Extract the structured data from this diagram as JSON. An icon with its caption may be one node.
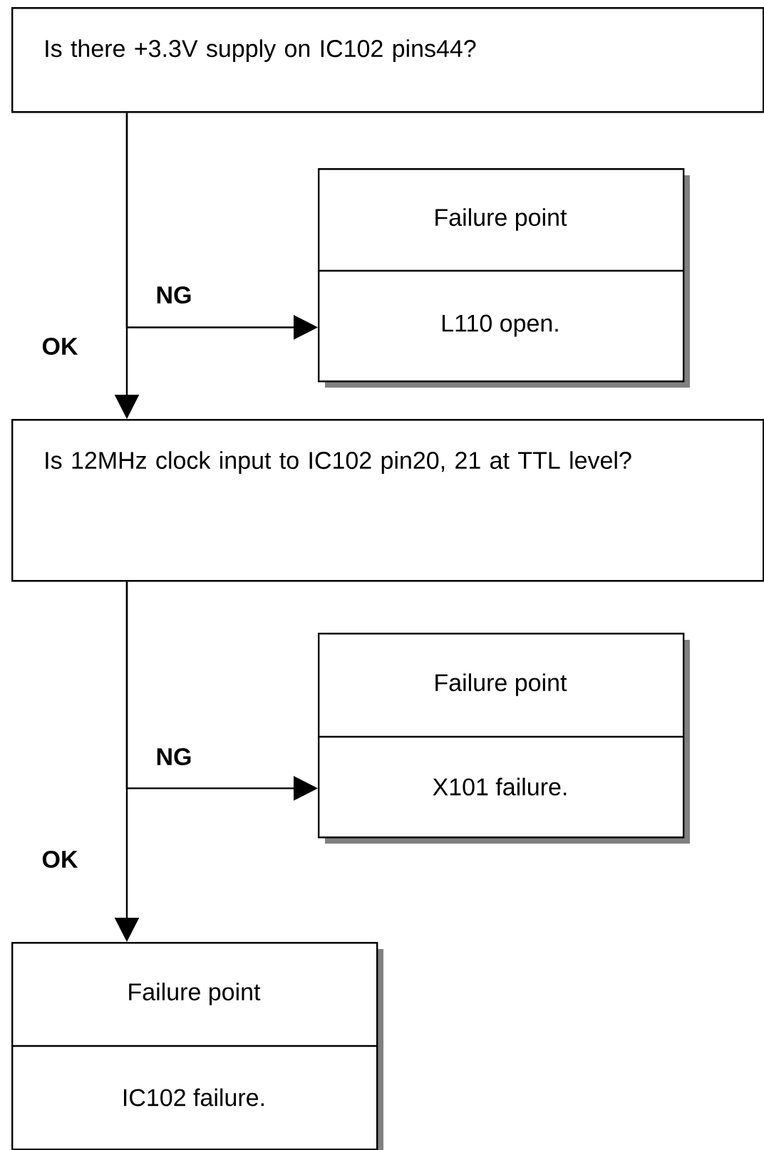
{
  "diagram": {
    "nodes": [
      {
        "text": [
          "Is there +3.3V supply on IC102 pins44?"
        ]
      },
      {
        "text": [
          "Failure point",
          "L110 open."
        ]
      },
      {
        "text": [
          "Is 12MHz clock input to IC102 pin20, 21 at TTL level?"
        ]
      },
      {
        "text": [
          "Failure point",
          "X101 failure."
        ]
      },
      {
        "text": [
          "Failure point",
          "IC102 failure."
        ]
      }
    ],
    "edges": [
      {
        "from": 0,
        "to": 2,
        "arrow": "to",
        "label": "OK"
      },
      {
        "from": 0,
        "to": 1,
        "arrow": "to",
        "label": "NG"
      },
      {
        "from": 2,
        "to": 4,
        "arrow": "to",
        "label": "OK"
      },
      {
        "from": 2,
        "to": 3,
        "arrow": "to",
        "label": "NG"
      }
    ]
  }
}
